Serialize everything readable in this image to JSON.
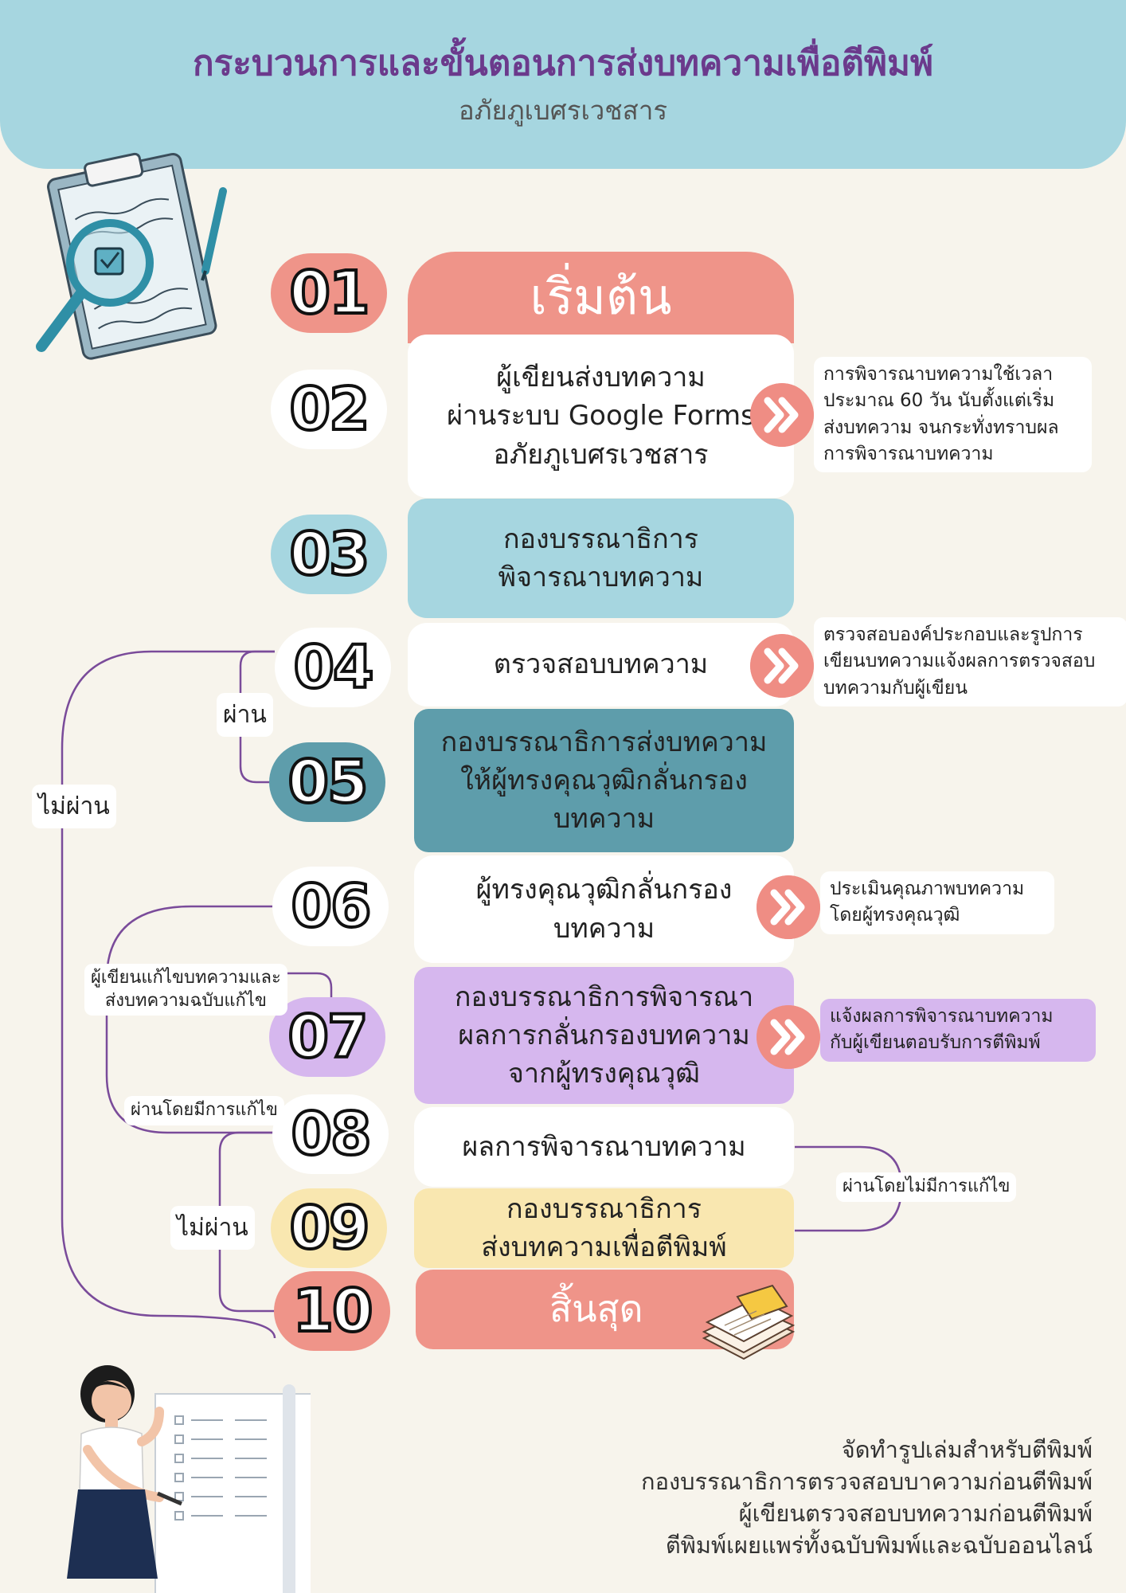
{
  "title": "กระบวนการและขั้นตอนการส่งบทความเพื่อตีพิมพ์",
  "subtitle": "อภัยภูเบศรเวชสาร",
  "colors": {
    "coral": "#ef9489",
    "white": "#ffffff",
    "lightblue": "#a6d6e0",
    "teal": "#5e9dab",
    "lavender": "#d6b7ee",
    "cream": "#f9e7b0",
    "purpleLine": "#7a4b9a"
  },
  "steps": [
    {
      "num": "01",
      "lines": [
        "เริ่มต้น"
      ]
    },
    {
      "num": "02",
      "lines": [
        "ผู้เขียนส่งบทความ",
        "ผ่านระบบ Google Forms",
        "อภัยภูเบศรเวชสาร"
      ]
    },
    {
      "num": "03",
      "lines": [
        "กองบรรณาธิการ",
        "พิจารณาบทความ"
      ]
    },
    {
      "num": "04",
      "lines": [
        "ตรวจสอบบทความ"
      ]
    },
    {
      "num": "05",
      "lines": [
        "กองบรรณาธิการส่งบทความ",
        "ให้ผู้ทรงคุณวุฒิกลั่นกรอง",
        "บทความ"
      ]
    },
    {
      "num": "06",
      "lines": [
        "ผู้ทรงคุณวุฒิกลั่นกรอง",
        "บทความ"
      ]
    },
    {
      "num": "07",
      "lines": [
        "กองบรรณาธิการพิจารณา",
        "ผลการกลั่นกรองบทความ",
        "จากผู้ทรงคุณวุฒิ"
      ]
    },
    {
      "num": "08",
      "lines": [
        "ผลการพิจารณาบทความ"
      ]
    },
    {
      "num": "09",
      "lines": [
        "กองบรรณาธิการ",
        "ส่งบทความเพื่อตีพิมพ์"
      ]
    },
    {
      "num": "10",
      "lines": [
        "สิ้นสุด"
      ]
    }
  ],
  "notes": {
    "n02": [
      "การพิจารณาบทความใช้เวลา",
      "ประมาณ 60 วัน นับตั้งแต่เริ่ม",
      "ส่งบทความ จนกระทั่งทราบผล",
      "การพิจารณาบทความ"
    ],
    "n04": [
      "ตรวจสอบองค์ประกอบและรูปการ",
      "เขียนบทความแจ้งผลการตรวจสอบ",
      "บทความกับผู้เขียน"
    ],
    "n06": [
      "ประเมินคุณภาพบทความ",
      "โดยผู้ทรงคุณวุฒิ"
    ],
    "n07": [
      "แจ้งผลการพิจารณาบทความ",
      "กับผู้เขียนตอบรับการตีพิมพ์"
    ]
  },
  "labels": {
    "pass": "ผ่าน",
    "fail_left": "ไม่ผ่าน",
    "revise": [
      "ผู้เขียนแก้ไขบทความและ",
      "ส่งบทความฉบับแก้ไข"
    ],
    "pass_with_revision": "ผ่านโดยมีการแก้ไข",
    "fail_inner": "ไม่ผ่าน",
    "pass_no_revision": "ผ่านโดยไม่มีการแก้ไข"
  },
  "footer": [
    "จัดทำรูปเล่มสำหรับตีพิมพ์",
    "กองบรรณาธิการตรวจสอบบาความก่อนตีพิมพ์",
    "ผู้เขียนตรวจสอบบทความก่อนตีพิมพ์",
    "ตีพิมพ์เผยแพร่ทั้งฉบับพิมพ์และฉบับออนไลน์"
  ],
  "icons": [
    "clipboard-icon",
    "magnifier-icon",
    "pen-icon",
    "double-chevron-icon",
    "paper-stack-icon",
    "woman-illustration",
    "checklist-board-icon"
  ]
}
